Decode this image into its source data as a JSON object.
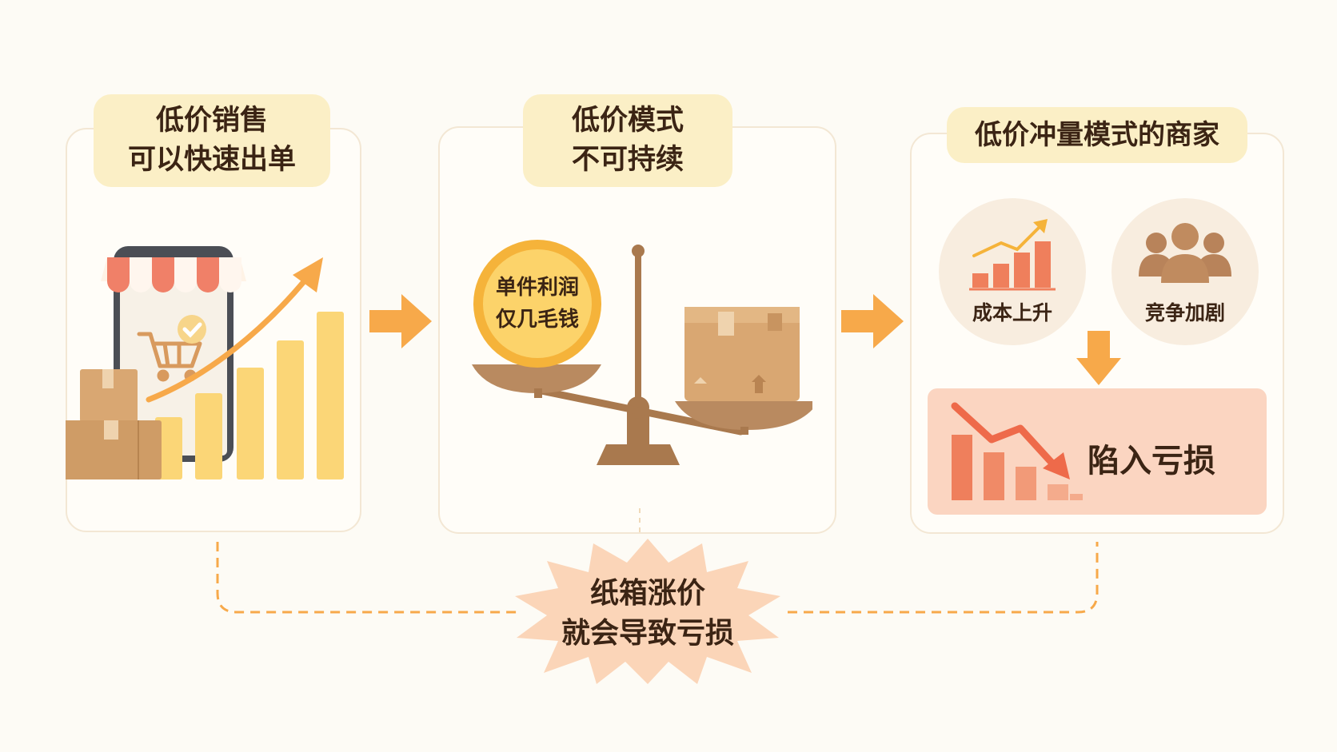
{
  "panels": [
    {
      "title_line1": "低价销售",
      "title_line2": "可以快速出单"
    },
    {
      "title_line1": "低价模式",
      "title_line2": "不可持续",
      "coin_line1": "单件利润",
      "coin_line2": "仅几毛钱"
    },
    {
      "title": "低价冲量模式的商家",
      "cost_label": "成本上升",
      "competition_label": "竞争加剧",
      "loss_label": "陷入亏损"
    }
  ],
  "burst": {
    "line1": "纸箱涨价",
    "line2": "就会导致亏损"
  },
  "colors": {
    "accent_orange": "#f7a94a",
    "label_bg": "#fbefc6",
    "panel_border": "#f3e7d4",
    "loss_bg": "#fbd5c1",
    "loss_red": "#ef7f5c",
    "bar_yellow": "#fbd677",
    "box_tan": "#d9a772",
    "scale_brown": "#a9794e",
    "coin_gold": "#fbc24a",
    "people_brown": "#b8835a"
  },
  "icons": [
    "storefront-phone-icon",
    "shopping-cart-icon",
    "check-icon",
    "cardboard-box-icon",
    "rising-arrow-icon",
    "balance-scale-icon",
    "coin-icon",
    "cost-up-chart-icon",
    "people-group-icon",
    "down-arrow-icon",
    "falling-chart-icon",
    "right-arrow-icon"
  ]
}
